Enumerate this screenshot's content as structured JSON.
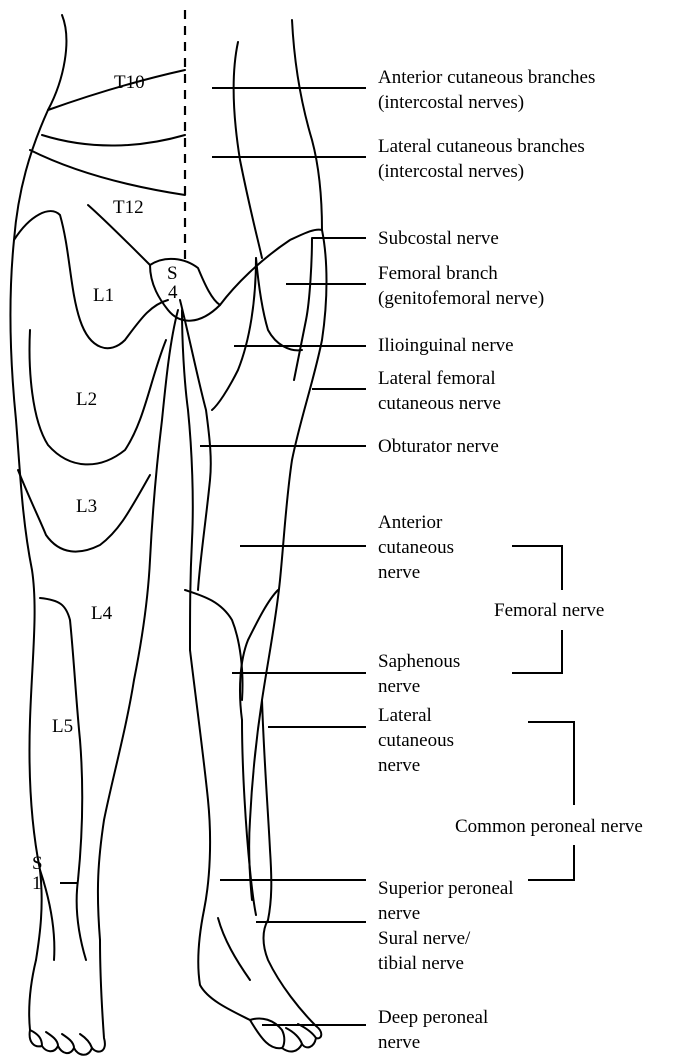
{
  "segments": {
    "t10": "T10",
    "t12": "T12",
    "l1": "L1",
    "s4_line1": "S",
    "s4_line2": "4",
    "l2": "L2",
    "l3": "L3",
    "l4": "L4",
    "l5": "L5",
    "s1_line1": "S",
    "s1_line2": "1"
  },
  "labels": {
    "anterior_cutaneous_branches": [
      "Anterior cutaneous branches",
      "(intercostal nerves)"
    ],
    "lateral_cutaneous_branches": [
      "Lateral cutaneous branches",
      "(intercostal nerves)"
    ],
    "subcostal": [
      "Subcostal nerve"
    ],
    "femoral_branch": [
      "Femoral branch",
      "(genitofemoral nerve)"
    ],
    "ilioinguinal": [
      "Ilioinguinal nerve"
    ],
    "lateral_femoral_cutaneous": [
      "Lateral femoral",
      "cutaneous nerve"
    ],
    "obturator": [
      "Obturator nerve"
    ],
    "anterior_cutaneous": [
      "Anterior",
      "cutaneous",
      "nerve"
    ],
    "femoral_nerve": [
      "Femoral nerve"
    ],
    "saphenous": [
      "Saphenous",
      "nerve"
    ],
    "lateral_cutaneous": [
      "Lateral",
      "cutaneous",
      "nerve"
    ],
    "common_peroneal": [
      "Common peroneal nerve"
    ],
    "superior_peroneal": [
      "Superior peroneal",
      "nerve"
    ],
    "sural_tibial": [
      "Sural nerve/",
      "tibial nerve"
    ],
    "deep_peroneal": [
      "Deep peroneal",
      "nerve"
    ]
  }
}
